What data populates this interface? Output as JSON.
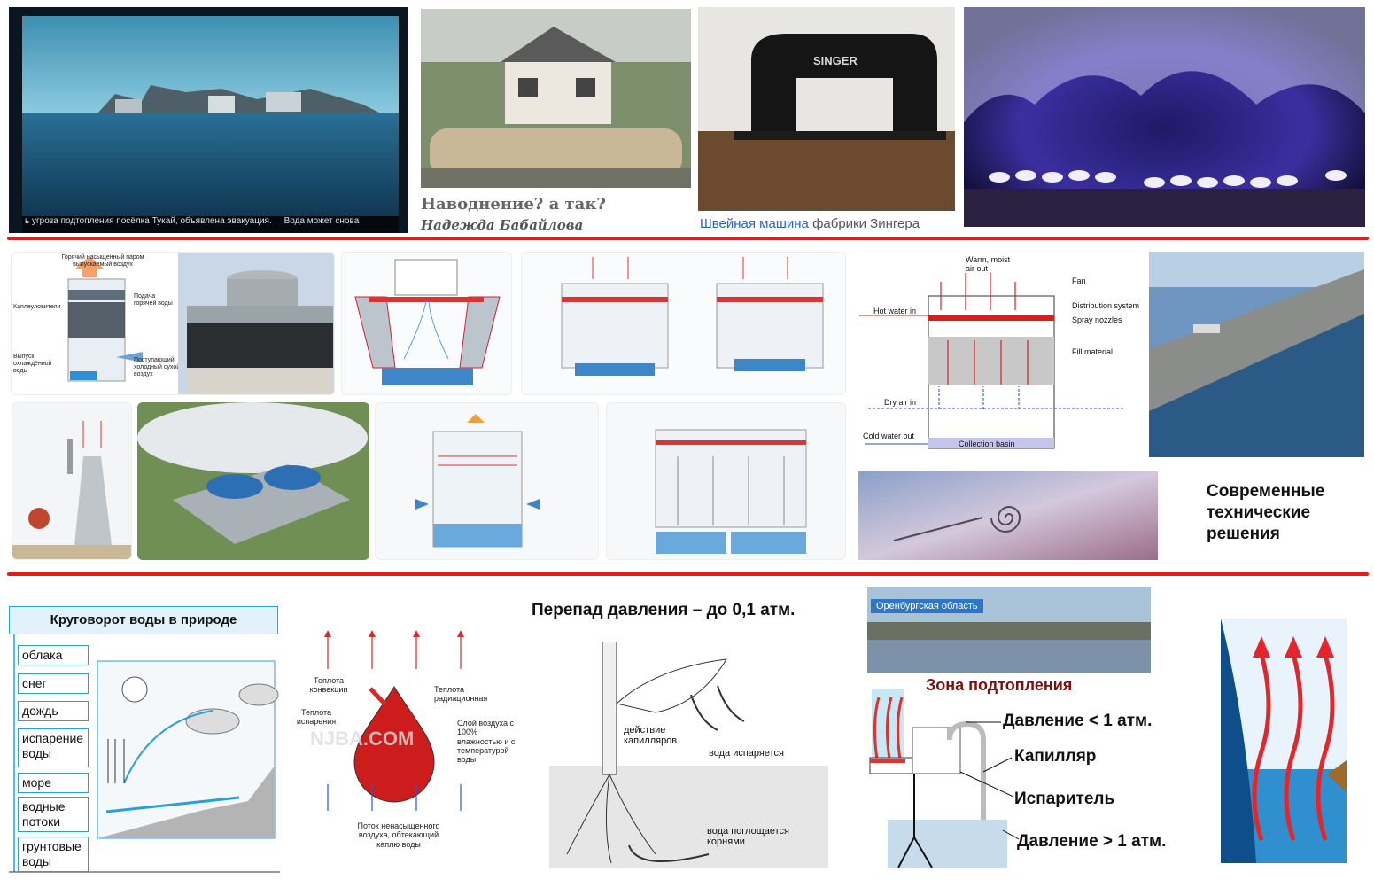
{
  "row1": {
    "flood": {
      "ticker": "ь угроза подтопления посёлка Тукай, объявлена эвакуация.     Вода может снова"
    },
    "house": {
      "title": "Наводнение? а так?",
      "author": "Надежда Бабайлова"
    },
    "singer": {
      "brand": "SINGER",
      "link": "Швейная машина",
      "rest": "фабрики Зингера"
    }
  },
  "row2": {
    "tower1": {
      "top": "Горячий насыщенный паром выпускаемый воздух",
      "left1": "Каплеуловители",
      "right1": "Подача горячей воды",
      "right2": "Поступающий холодный сухой воздух",
      "left2": "Выпуск охлаждённой воды"
    },
    "schema_en": {
      "warm": "Warm, moist air out",
      "fan": "Fan",
      "hot": "Hot water in",
      "dist": "Distribution system",
      "spray": "Spray nozzles",
      "fill": "Fill material",
      "dry": "Dry air in",
      "cold": "Cold water out",
      "basin": "Collection basin"
    },
    "modern": "Современные технические решения"
  },
  "row3": {
    "cycle": {
      "title": "Круговорот воды в природе",
      "items": [
        "облака",
        "снег",
        "дождь",
        "испарение воды",
        "море",
        "водные потоки",
        "грунтовые воды"
      ]
    },
    "drop": {
      "conv": "Теплота конвекции",
      "rad": "Теплота радиационная",
      "evap": "Теплота испарения",
      "layer": "Слой воздуха с 100% влажностью и с температурой воды",
      "flow": "Поток ненасыщенного воздуха, обтекающий каплю воды",
      "watermark": "NJBA.COM"
    },
    "plant": {
      "title": "Перепад давления – до 0,1 атм.",
      "cap": "действие капилляров",
      "evap": "вода испаряется",
      "roots": "вода поглощается корнями"
    },
    "oren": {
      "badge": "Оренбургская область",
      "zone": "Зона подтопления"
    },
    "device": {
      "p_low": "Давление < 1 атм.",
      "capillary": "Капилляр",
      "evaporator": "Испаритель",
      "p_high": "Давление > 1 атм."
    }
  }
}
